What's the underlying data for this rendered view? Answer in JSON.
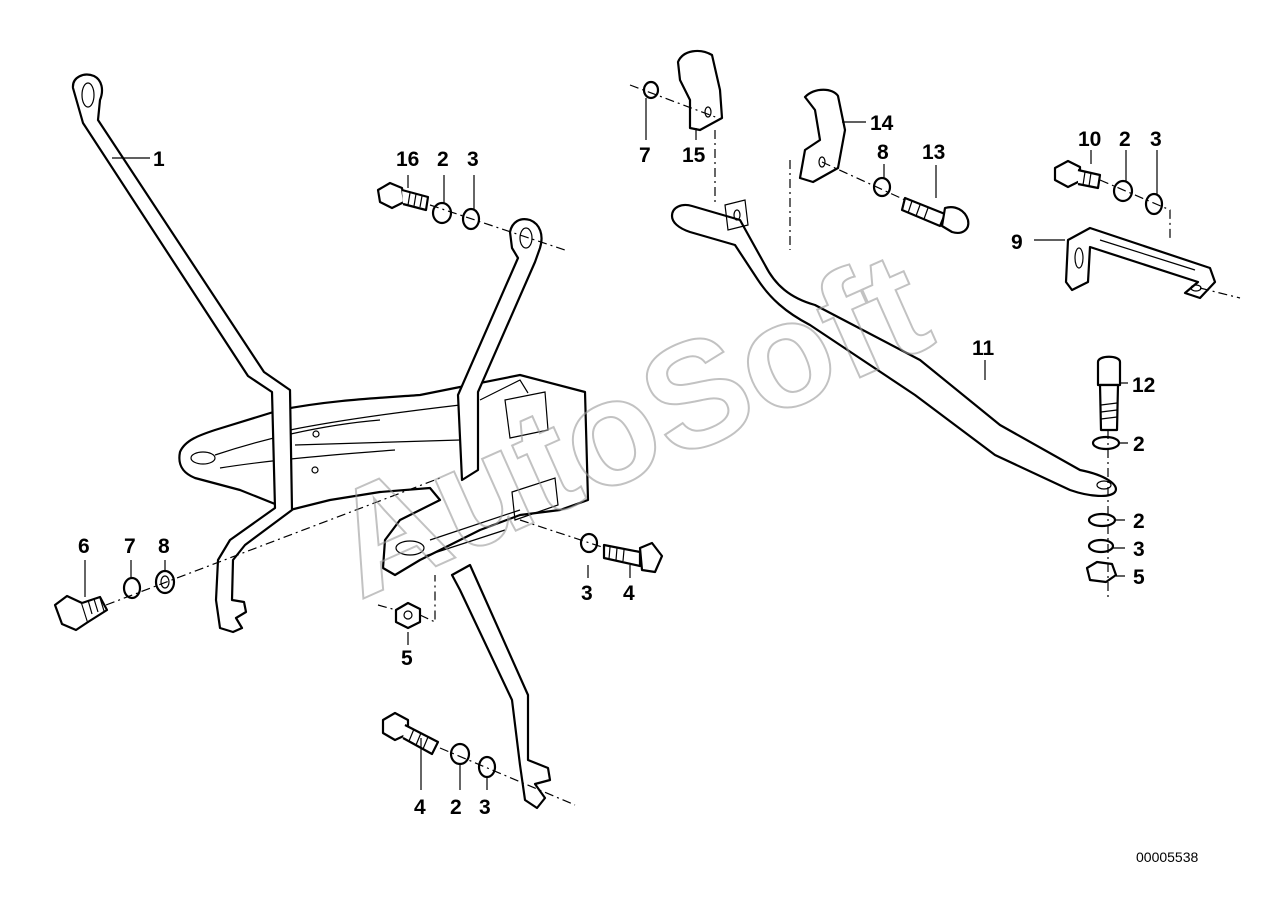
{
  "diagram": {
    "document_number": "00005538",
    "watermark": "AutoSoft",
    "callouts": {
      "c1": "1",
      "c16": "16",
      "c2a": "2",
      "c3a": "3",
      "c6": "6",
      "c7a": "7",
      "c8a": "8",
      "c3b": "3",
      "c4a": "4",
      "c5a": "5",
      "c4b": "4",
      "c2b": "2",
      "c3c": "3",
      "c7b": "7",
      "c15": "15",
      "c14": "14",
      "c8b": "8",
      "c13": "13",
      "c10": "10",
      "c2c": "2",
      "c3d": "3",
      "c9": "9",
      "c11": "11",
      "c12": "12",
      "c2d": "2",
      "c2e": "2",
      "c3e": "3",
      "c5b": "5"
    }
  }
}
